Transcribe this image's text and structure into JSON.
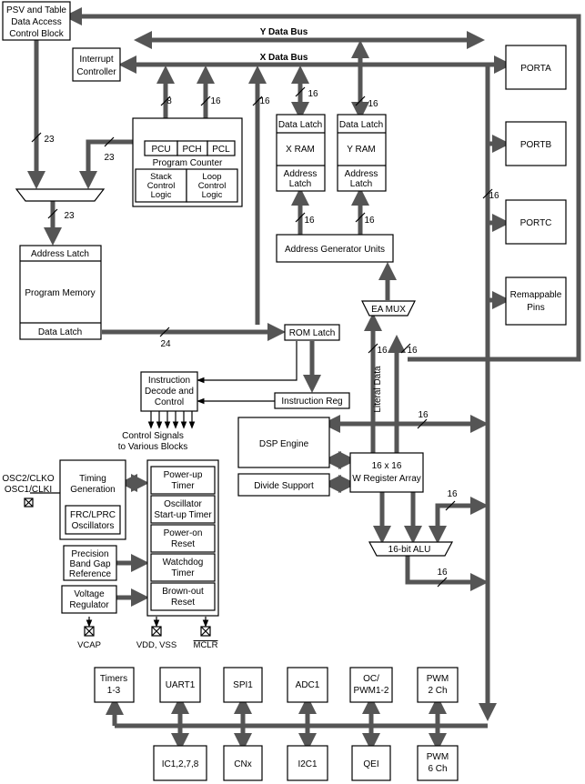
{
  "blocks": {
    "psv": [
      "PSV and Table",
      "Data Access",
      "Control Block"
    ],
    "interrupt": [
      "Interrupt",
      "Controller"
    ],
    "pc_regs": [
      "PCU",
      "PCH",
      "PCL"
    ],
    "program_counter": "Program Counter",
    "stack": [
      "Stack",
      "Control",
      "Logic"
    ],
    "loop": [
      "Loop",
      "Control",
      "Logic"
    ],
    "xram_latch": "Data Latch",
    "xram": "X RAM",
    "xram_addr": [
      "Address",
      "Latch"
    ],
    "yram_latch": "Data Latch",
    "yram": "Y RAM",
    "yram_addr": [
      "Address",
      "Latch"
    ],
    "agu": "Address Generator Units",
    "pm_addr": "Address Latch",
    "pm": "Program Memory",
    "pm_data": "Data Latch",
    "ea_mux": "EA MUX",
    "rom_latch": "ROM Latch",
    "instr_decode": [
      "Instruction",
      "Decode and",
      "Control"
    ],
    "instr_reg": "Instruction Reg",
    "control_signals": [
      "Control Signals",
      "to Various Blocks"
    ],
    "dsp": "DSP Engine",
    "divide": "Divide Support",
    "wreg": [
      "16 x 16",
      "W Register Array"
    ],
    "alu": "16-bit ALU",
    "timing": [
      "Timing",
      "Generation"
    ],
    "frc": [
      "FRC/LPRC",
      "Oscillators"
    ],
    "bandgap": [
      "Precision",
      "Band Gap",
      "Reference"
    ],
    "vreg": [
      "Voltage",
      "Regulator"
    ],
    "powerup": [
      "Power-up",
      "Timer"
    ],
    "ost": [
      "Oscillator",
      "Start-up Timer"
    ],
    "por": [
      "Power-on",
      "Reset"
    ],
    "wdt": [
      "Watchdog",
      "Timer"
    ],
    "bor": [
      "Brown-out",
      "Reset"
    ],
    "porta": "PORTA",
    "portb": "PORTB",
    "portc": "PORTC",
    "remap": [
      "Remappable",
      "Pins"
    ],
    "timers": [
      "Timers",
      "1-3"
    ],
    "uart": "UART1",
    "spi": "SPI1",
    "adc": "ADC1",
    "oc": [
      "OC/",
      "PWM1-2"
    ],
    "pwm2": [
      "PWM",
      "2 Ch"
    ],
    "ic": "IC1,2,7,8",
    "cnx": "CNx",
    "i2c": "I2C1",
    "qei": "QEI",
    "pwm6": [
      "PWM",
      "6 Ch"
    ]
  },
  "buses": {
    "y_bus": "Y Data Bus",
    "x_bus": "X Data Bus",
    "literal": "Literal Data"
  },
  "pins": {
    "osc": [
      "OSC2/CLKO",
      "OSC1/CLKI"
    ],
    "vcap": "VCAP",
    "vdd_vss": "VDD, VSS",
    "mclr": "MCLR"
  },
  "widths": {
    "w8": "8",
    "w16": "16",
    "w23": "23",
    "w24": "24"
  }
}
